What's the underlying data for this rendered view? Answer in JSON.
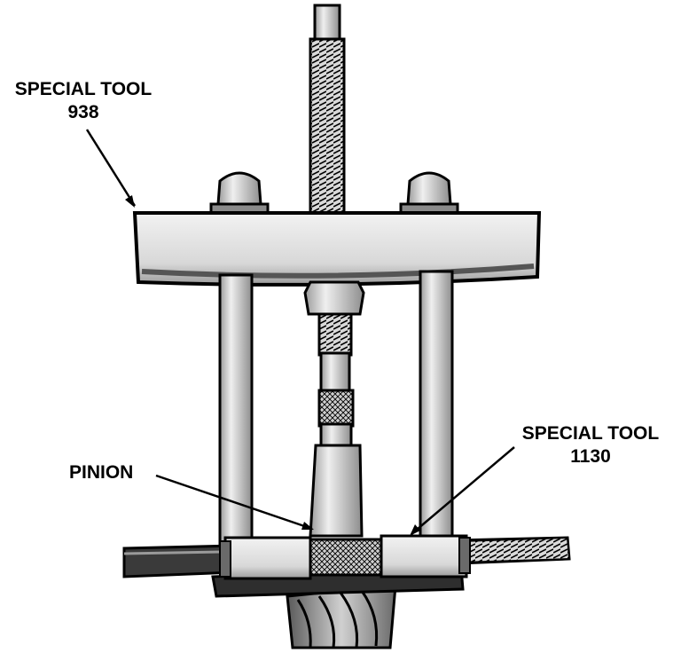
{
  "labels": {
    "tool_938": {
      "line1": "SPECIAL TOOL",
      "line2": "938"
    },
    "tool_1130": {
      "line1": "SPECIAL TOOL",
      "line2": "1130"
    },
    "pinion": "PINION"
  },
  "colors": {
    "ink": "#000000",
    "paper": "#ffffff",
    "metal_light": "#e6e6e6",
    "metal_mid": "#bdbdbd",
    "metal_dark": "#7a7a7a"
  }
}
